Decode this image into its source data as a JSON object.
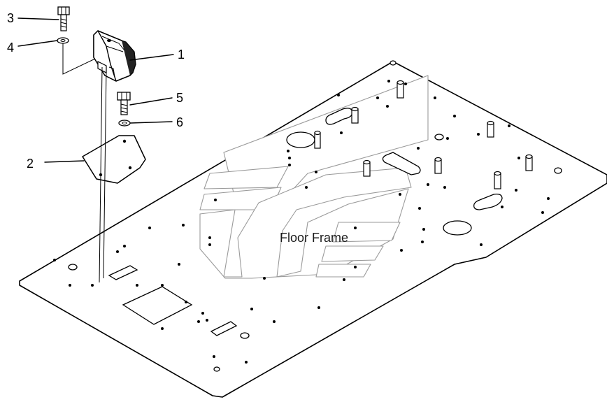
{
  "diagram": {
    "title": "Floor Frame",
    "callouts": [
      {
        "id": "callout-1",
        "label": "1"
      },
      {
        "id": "callout-2",
        "label": "2"
      },
      {
        "id": "callout-3",
        "label": "3"
      },
      {
        "id": "callout-4",
        "label": "4"
      },
      {
        "id": "callout-5",
        "label": "5"
      },
      {
        "id": "callout-6",
        "label": "6"
      }
    ],
    "colors": {
      "line": "#000000",
      "watermark": "#9a9a9a",
      "background": "#ffffff"
    }
  }
}
